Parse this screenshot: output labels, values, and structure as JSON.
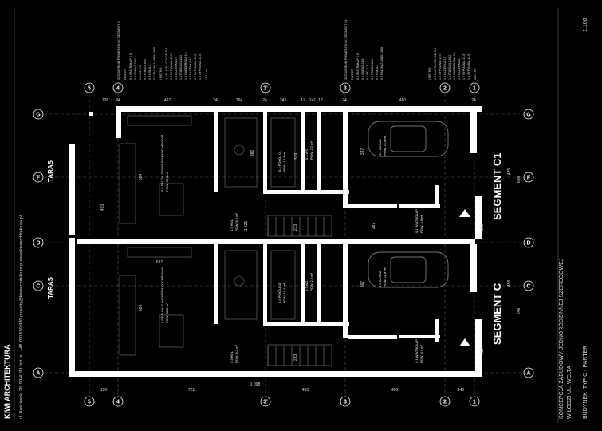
{
  "segments": {
    "upper": "SEGMENT C1",
    "lower": "SEGMENT C"
  },
  "terrace_label": "TARAS",
  "axes": {
    "top": [
      "5",
      "4",
      "3'",
      "3",
      "2",
      "1"
    ],
    "bottom": [
      "5",
      "4",
      "3'",
      "3",
      "2",
      "1"
    ],
    "left": [
      "G",
      "F",
      "D",
      "C",
      "A"
    ],
    "right": [
      "G",
      "F",
      "D",
      "C",
      "A"
    ]
  },
  "rooms_upper": [
    {
      "label": "0.5 SALON Z ANEKSEM KUCHENNYM",
      "area": "POW. 38,8 m²"
    },
    {
      "label": "0.4 POKÓJ 01",
      "area": "POW. 10,4 m²"
    },
    {
      "label": "0.3 WC",
      "area": "POW. 2,2 m²"
    },
    {
      "label": "0.3 HOL",
      "area": "POW. 8,2 m²"
    },
    {
      "label": "0.2 GARAŻ",
      "area": "POW. 21,8 m²"
    },
    {
      "label": "0.1 WIATROŁAP",
      "area": "POW. 4,6 m²"
    }
  ],
  "rooms_lower": [
    {
      "label": "0.5 SALON Z ANEKSEM KUCHENNYM",
      "area": "POW. 38,8 m²"
    },
    {
      "label": "0.4 POKÓJ 01",
      "area": "POW. 10,4 m²"
    },
    {
      "label": "0.3 WC",
      "area": "POW. 2,2 m²"
    },
    {
      "label": "0.3 HOL",
      "area": "POW. 8,2 m²"
    },
    {
      "label": "0.2 GARAŻ",
      "area": "POW. 21,8 m²"
    },
    {
      "label": "0.1 WIATROŁAP",
      "area": "POW. 4,6 m²"
    }
  ],
  "dims": {
    "top_row": [
      "126",
      "24",
      "487",
      "24",
      "194",
      "24",
      "243",
      "12",
      "141",
      "12",
      "24",
      "480",
      "24"
    ],
    "bottom_row": [
      "150",
      "721",
      "1 098",
      "405",
      "480",
      "140"
    ],
    "right_col": [
      "425",
      "648",
      "159",
      "458",
      "648",
      "287"
    ],
    "interior": [
      "624",
      "403",
      "624",
      "382",
      "379",
      "387",
      "233",
      "233",
      "1 521",
      "637",
      "367",
      "287"
    ]
  },
  "tables": {
    "c_title": "ZESTAWIENIE POWIERZCHNI_SEGMENT C",
    "c1_title": "ZESTAWIENIE POWIERZCHNI_SEGMENT C1",
    "c_parter": "PARTER",
    "c1_parter": "PARTER",
    "c_pietro": "I PIĘTRO",
    "c1_pietro": "I PIĘTRO",
    "c_sum": "162,4 m²",
    "c1_sum": "162,4 m²",
    "c_rows": [
      "0.1 WIATROŁAP 4,5",
      "0.2 GARAŻ 21,8",
      "0.3 WC 2,2",
      "0.4 POKÓJ 10,4",
      "0.5 HOL 8,2",
      "0.6 SALON Z ANEK. 38,8"
    ],
    "c1_rows": [
      "0.1 WIATROŁAP 4,6",
      "0.2 GARAŻ 21,8",
      "0.3 WC 2,2",
      "0.4 POKÓJ 10,4",
      "0.5 HOL 8,2",
      "0.6 SALON Z ANEK. 38,8"
    ],
    "c_pietro_rows": [
      "1.1 KLATKA SCHOD. 5,9",
      "1.2 SYPIALNIA 15,0",
      "1.3 ŁAZIENKA 3,9",
      "1.4 POKÓJ 01 10,2",
      "1.5 GARDEROBA 6,5",
      "1.6 ŁAZIENKA 4,7",
      "1.7 SYPIALNIA 13,8",
      "1.8 SYPIALNIA 14,8"
    ],
    "c1_pietro_rows": [
      "1.1 KLATKA SCHOD. 5,9",
      "1.2 SYPIALNIA 15,0",
      "1.3 ŁAZIENKA 3,9",
      "1.4 POKÓJ 01 10,2",
      "1.5 GARDEROBA 6,5",
      "1.6 ŁAZIENKA 4,7",
      "1.7 SYPIALNIA 13,8",
      "1.8 SYPIALNIA 14,8"
    ]
  },
  "footer": {
    "brand": "KIWI ARCHITEKTURA",
    "address": "ul. Kościuszki 28, 90-419 Łódź  tel. +48 790 650 980  projekty@kiwiarchitektura.pl  www.kiwiarchitektura.pl",
    "project": "KONCEPCJA ZABUDOWY JEDNORODZINNEJ SZEREGOWEJ",
    "location": "W ŁODZI UL. WELTA",
    "sheet": "BUDYNEK_TYP C - PARTER",
    "scale": "1:100"
  }
}
